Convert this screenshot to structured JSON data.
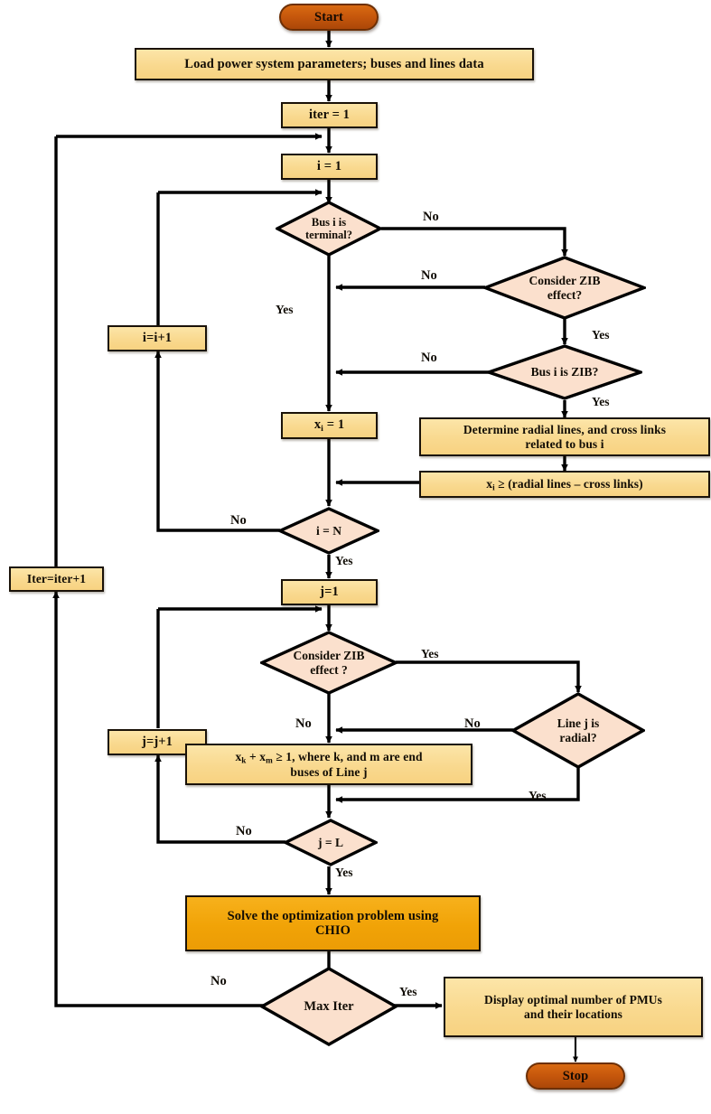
{
  "diagram": {
    "title": "PMU placement optimization flowchart using CHIO",
    "colors": {
      "process_fill": "#f9d98f",
      "decision_fill": "#fbe0cd",
      "highlight_fill": "#f1a307",
      "terminator_fill": "#c6570c",
      "edge": "#000000"
    },
    "nodes": {
      "start": "Start",
      "load": "Load power system parameters;  buses and lines data",
      "iter_init": "iter = 1",
      "i_init": "i = 1",
      "bus_terminal": "Bus i is terminal?",
      "bus_terminal_l1": "Bus i is",
      "bus_terminal_l2": "terminal?",
      "consider_zib_1": "Consider ZIB effect?",
      "consider_zib_1_l1": "Consider ZIB",
      "consider_zib_1_l2": "effect?",
      "bus_is_zib": "Bus i is ZIB?",
      "i_increment": "i=i+1",
      "xi_eq_1": "x<sub>i</sub> = 1",
      "determine_radial": "Determine radial lines, and cross links related to bus i",
      "determine_radial_l1": "Determine radial lines, and cross links",
      "determine_radial_l2": "related to bus i",
      "xi_constraint": "x<sub>i</sub> &#8805; (radial lines &#8211; cross links)",
      "i_eq_n": "i = N",
      "iter_increment": "Iter=iter+1",
      "j_init": "j=1",
      "consider_zib_2": "Consider ZIB effect ?",
      "consider_zib_2_l1": "Consider ZIB",
      "consider_zib_2_l2": "effect ?",
      "line_radial": "Line j is radial?",
      "line_radial_l1": "Line j is",
      "line_radial_l2": "radial?",
      "j_increment": "j=j+1",
      "xk_xm_constraint": "x<sub>k</sub> + x<sub>m</sub> &#8805; 1, where k, and m are end buses of Line j",
      "xk_xm_l1": "x<sub>k</sub> + x<sub>m</sub> &#8805; 1, where k, and m are end",
      "xk_xm_l2": "buses of Line j",
      "j_eq_l": "j = L",
      "solve_chio": "Solve the optimization problem using CHIO",
      "solve_chio_l1": "Solve the optimization problem using",
      "solve_chio_l2": "CHIO",
      "max_iter": "Max Iter",
      "display_result": "Display optimal number of PMUs and their locations",
      "display_result_l1": "Display optimal number of PMUs",
      "display_result_l2": "and their locations",
      "stop": "Stop"
    },
    "edge_labels": {
      "terminal_no": "No",
      "terminal_yes": "Yes",
      "zib1_no": "No",
      "zib1_yes": "Yes",
      "buszib_no": "No",
      "buszib_yes": "Yes",
      "i_eq_n_no": "No",
      "i_eq_n_yes": "Yes",
      "zib2_yes": "Yes",
      "zib2_no": "No",
      "radial_no": "No",
      "radial_yes": "Yes",
      "j_eq_l_no": "No",
      "j_eq_l_yes": "Yes",
      "max_iter_no": "No",
      "max_iter_yes": "Yes"
    }
  }
}
